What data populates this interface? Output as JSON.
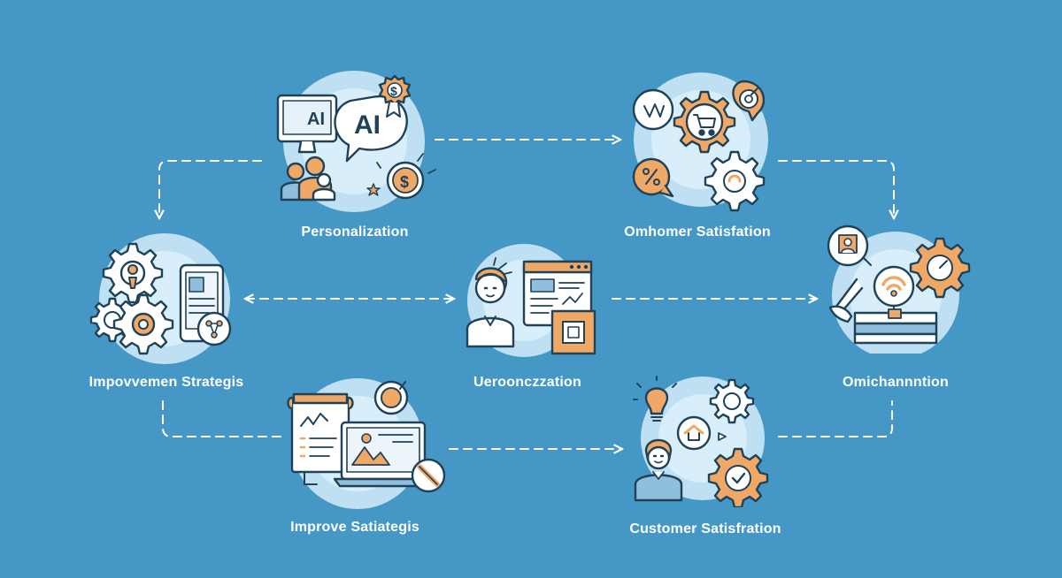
{
  "nodes": {
    "personalization": {
      "label": "Personalization",
      "icon": "ai-chat-team-icon",
      "badge_ai_small": "AI",
      "badge_ai_large": "AI"
    },
    "omhomer": {
      "label": "Omhomer Satisfation",
      "icon": "commerce-gears-icon"
    },
    "omnichannel": {
      "label": "Omichannntion",
      "icon": "omnichannel-hand-icon"
    },
    "improvement_strategies": {
      "label": "Impovvemen Strategis",
      "icon": "gears-tablet-icon"
    },
    "central": {
      "label": "Ueroonczzation",
      "icon": "person-dashboard-icon"
    },
    "improve_strategies": {
      "label": "Improve Satiategis",
      "icon": "documents-analytics-icon"
    },
    "customer_satisfaction": {
      "label": "Customer Satisfration",
      "icon": "customer-ideas-icon"
    }
  },
  "colors": {
    "background": "#4598c6",
    "halo": "#bfe0f2",
    "halo_inner": "#d8eefa",
    "outline": "#1f4258",
    "orange": "#f0a867",
    "panel": "#eef5fa",
    "connector": "#ffffff"
  }
}
